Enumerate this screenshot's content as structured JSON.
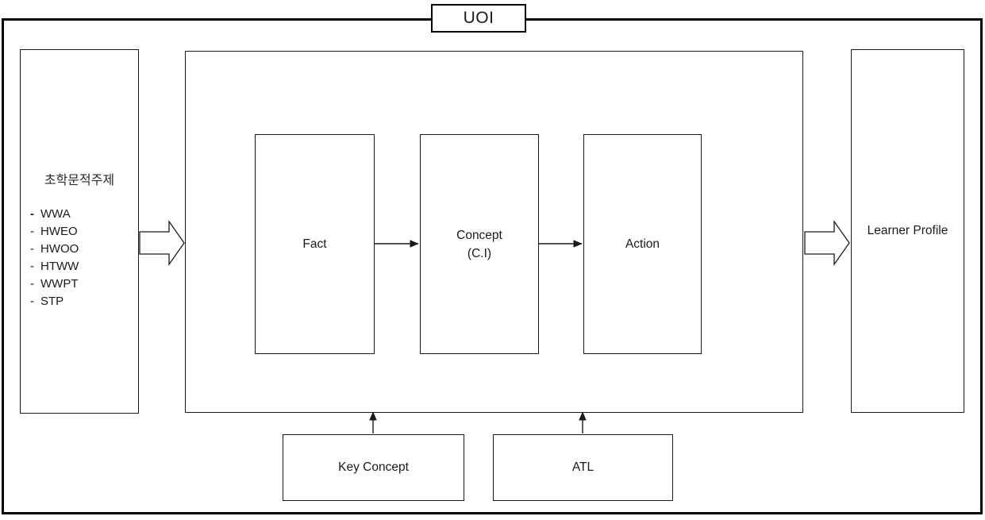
{
  "title": {
    "label": "UOI"
  },
  "left_panel": {
    "name": "transdisciplinary-themes",
    "heading": "초학문적주제",
    "items": [
      {
        "marker": "-",
        "label": "WWA"
      },
      {
        "marker": "-",
        "label": "HWEO"
      },
      {
        "marker": "-",
        "label": "HWOO"
      },
      {
        "marker": "-",
        "label": "HTWW"
      },
      {
        "marker": "-",
        "label": "WWPT"
      },
      {
        "marker": "-",
        "label": "STP"
      }
    ]
  },
  "center_panel": {
    "stages": [
      {
        "label": "Fact",
        "sublabel": ""
      },
      {
        "label": "Concept",
        "sublabel": "(C.I)"
      },
      {
        "label": "Action",
        "sublabel": ""
      }
    ]
  },
  "right_panel": {
    "label": "Learner Profile"
  },
  "bottom_boxes": [
    {
      "label": "Key Concept"
    },
    {
      "label": "ATL"
    }
  ],
  "colors": {
    "stroke": "#1a1a1a",
    "frame": "#000000",
    "background": "#ffffff"
  }
}
